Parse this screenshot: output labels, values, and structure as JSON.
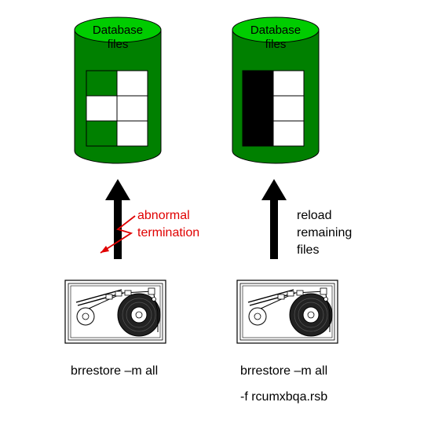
{
  "colors": {
    "database_green": "#008000",
    "database_top": "#00cc00",
    "restored_block": "#000000",
    "error_text": "#e00000",
    "text": "#000000"
  },
  "left": {
    "database_label_line1": "Database",
    "database_label_line2": "files",
    "annotation_line1": "abnormal",
    "annotation_line2": "termination",
    "command": "brrestore –m all",
    "grid_fill": [
      "filled",
      "empty",
      "empty",
      "empty",
      "filled",
      "empty"
    ],
    "tape_drive_icon": "tape-drive-icon"
  },
  "right": {
    "database_label_line1": "Database",
    "database_label_line2": "files",
    "annotation_line1": "reload",
    "annotation_line2": "remaining",
    "annotation_line3": "files",
    "command_line1": "brrestore –m all",
    "command_line2": "-f rcumxbqa.rsb",
    "grid_fill": [
      "filled",
      "empty",
      "filled",
      "empty",
      "filled",
      "empty"
    ],
    "tape_drive_icon": "tape-drive-icon"
  }
}
